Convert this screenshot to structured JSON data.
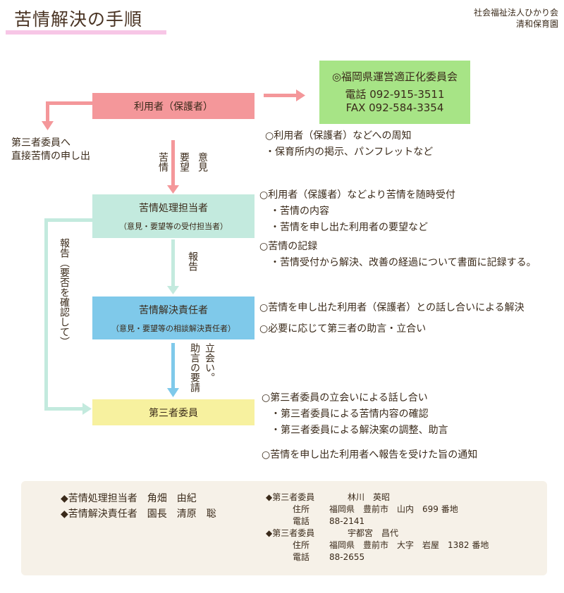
{
  "header": {
    "title": "苦情解決の手順",
    "org_line1": "社会福祉法人ひかり会",
    "org_line2": "清和保育園"
  },
  "colors": {
    "user_box": "#f4979a",
    "agency_box": "#a7e486",
    "handler_box": "#c3eade",
    "responsible_box": "#7fc9ea",
    "third_party_box": "#f7f19f",
    "footer_bg": "#f6f1e8"
  },
  "flow": {
    "user": "利用者（保護者）",
    "agency": {
      "name": "◎福岡県運営適正化委員会",
      "tel": "電話 092-915-3511",
      "fax": "FAX 092-584-3354"
    },
    "handler": {
      "name": "苦情処理担当者",
      "sub": "（意見・要望等の受付担当者）"
    },
    "responsible": {
      "name": "苦情解決責任者",
      "sub": "（意見・要望等の相談解決責任者）"
    },
    "third_party": "第三者委員",
    "direct_label_1": "第三者委員へ",
    "direct_label_2": "直接苦情の申し出",
    "arrow_complaint": "苦情",
    "arrow_request": "要望",
    "arrow_opinion": "意見",
    "arrow_report": "報告",
    "arrow_confirm": "報告（要否を確認して）",
    "arrow_attend": "立会い。",
    "arrow_advice": "助言の要請"
  },
  "notes": {
    "user": [
      "○利用者（保護者）などへの周知",
      "・保育所内の掲示、パンフレットなど"
    ],
    "handler": [
      "○利用者（保護者）などより苦情を随時受付",
      "・苦情の内容",
      "・苦情を申し出た利用者の要望など"
    ],
    "record": [
      "○苦情の記録",
      "・苦情受付から解決、改善の経過について書面に記録する。"
    ],
    "responsible": [
      "○苦情を申し出た利用者（保護者）との話し合いによる解決",
      "○必要に応じて第三者の助言・立合い"
    ],
    "third": [
      "○第三者委員の立会いによる話し合い",
      "・第三者委員による苦情内容の確認",
      "・第三者委員による解決案の調整、助言"
    ],
    "notify": "○苦情を申し出た利用者へ報告を受けた旨の通知"
  },
  "footer": {
    "handler": "◆苦情処理担当者　角畑　由紀",
    "responsible": "◆苦情解決責任者　園長　清原　聡",
    "member1": {
      "role": "◆第三者委員",
      "name": "林川　英昭",
      "address": "福岡県　豊前市　山内　699 番地",
      "tel": "88-2141"
    },
    "member2": {
      "role": "◆第三者委員",
      "name": "宇都宮　昌代",
      "address": "福岡県　豊前市　大字　岩屋　1382 番地",
      "tel": "88-2655"
    },
    "address_label": "住所",
    "tel_label": "電話"
  }
}
